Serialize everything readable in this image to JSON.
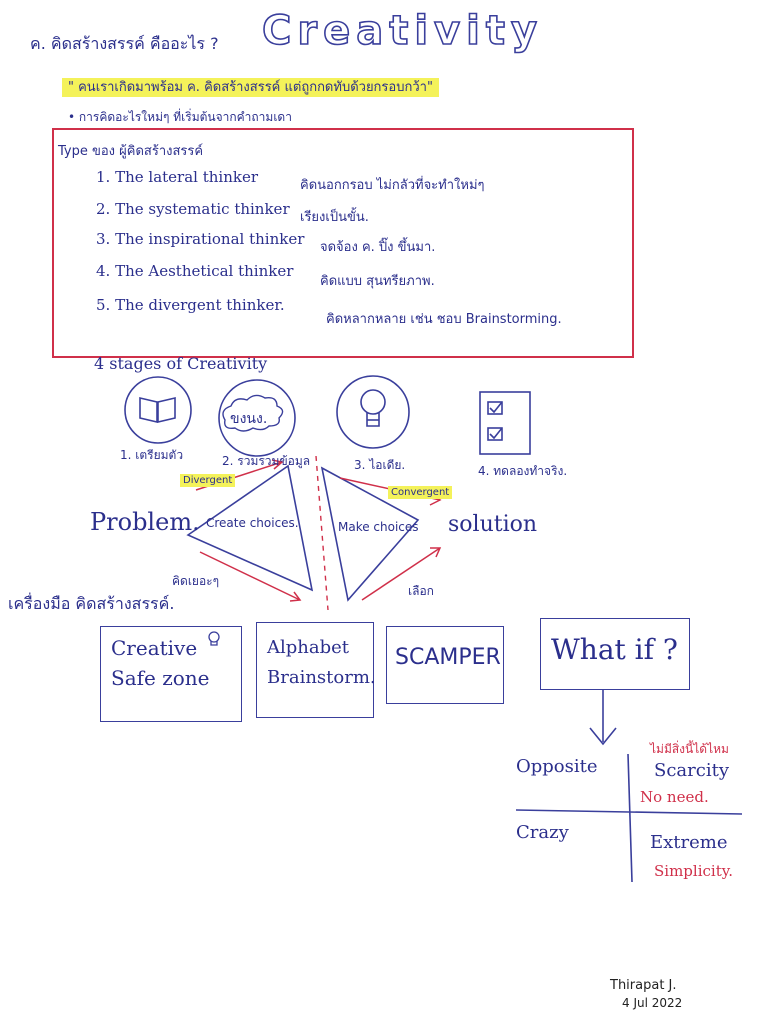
{
  "header": {
    "question": "ค. คิดสร้างสรรค์ คืออะไร ?",
    "title": "Creativity"
  },
  "quote": "\" คนเราเกิดมาพร้อม ค. คิดสร้างสรรค์  แต่ถูกกดทับด้วยกรอบกว้า\"",
  "note": "• การคิดอะไรใหม่ๆ  ที่เริ่มต้นจากคำถามเดา",
  "types": {
    "heading": "Type ของ  ผู้คิดสร้างสรรค์",
    "items": [
      {
        "label": "1. The lateral thinker",
        "desc": "คิดนอกกรอบ  ไม่กลัวที่จะทำใหม่ๆ"
      },
      {
        "label": "2. The systematic thinker",
        "desc": "เรียงเป็นขั้น."
      },
      {
        "label": "3. The inspirational thinker",
        "desc": "จดจ้อง ค. ปิ๊ง ขึ้นมา."
      },
      {
        "label": "4. The Aesthetical thinker",
        "desc": "คิดแบบ สุนทรียภาพ."
      },
      {
        "label": "5. The divergent thinker.",
        "desc": "คิดหลากหลาย  เช่น  ชอบ Brainstorming."
      }
    ]
  },
  "stages": {
    "heading": "4 stages of Creativity",
    "cloud_text": "ขงนง.",
    "labels": [
      "1. เตรียมตัว",
      "2. รวมรวมข้อมูล",
      "3. ไอเดีย.",
      "4. ทดลองทำจริง."
    ]
  },
  "process": {
    "problem": "Problem.",
    "create": "Create choices.",
    "make": "Make choices",
    "solution": "solution",
    "divergent_tag": "Divergent",
    "convergent_tag": "Convergent",
    "left_note": "คิดเยอะๆ",
    "right_note": "เลือก"
  },
  "tools": {
    "heading": "เครื่องมือ คิดสร้างสรรค์.",
    "items": [
      "Creative Safe zone",
      "Alphabet Brainstorm.",
      "SCAMPER",
      "What if ?"
    ]
  },
  "matrix": {
    "opposite": "Opposite",
    "scarcity": "Scarcity",
    "scarcity_note": "ไม่มีสิ่งนี้ได้ไหม",
    "no_need": "No need.",
    "crazy": "Crazy",
    "extreme": "Extreme",
    "simplicity": "Simplicity."
  },
  "signature": {
    "name": "Thirapat J.",
    "date": "4 Jul 2022"
  }
}
